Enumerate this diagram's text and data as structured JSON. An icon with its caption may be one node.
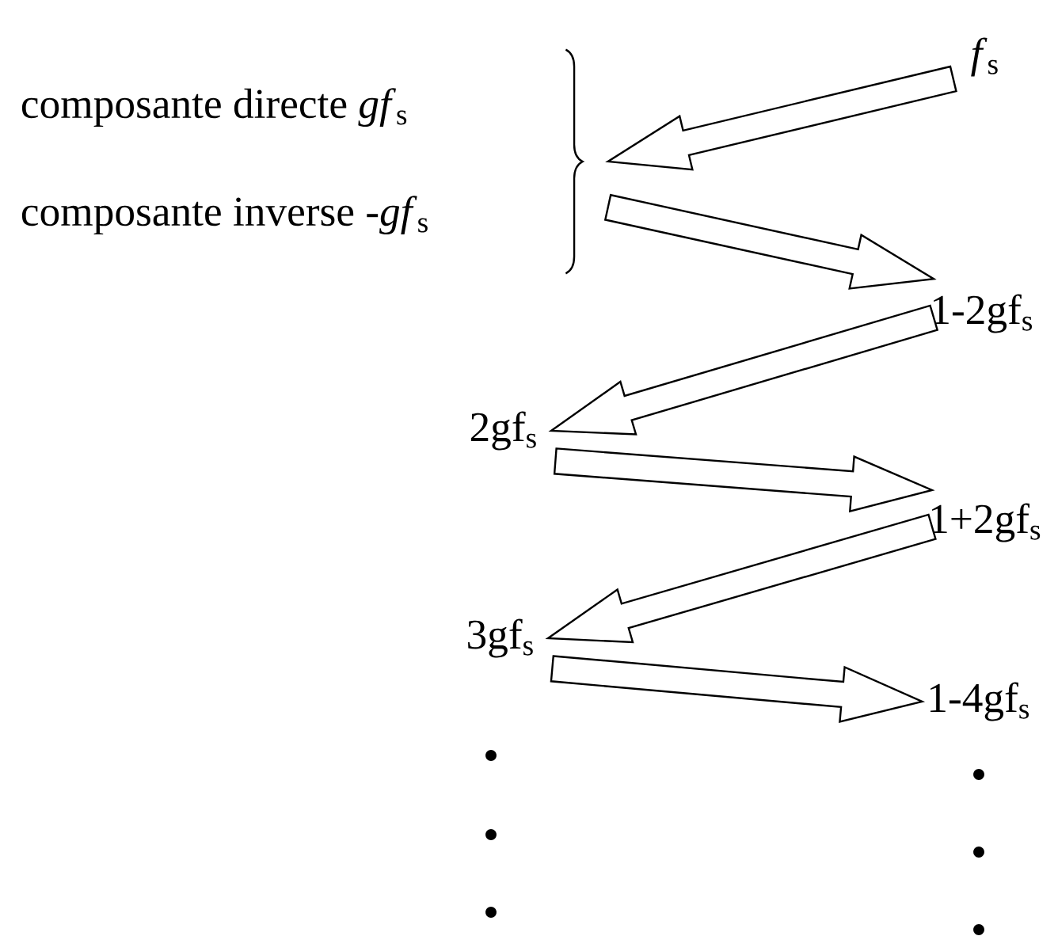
{
  "diagram": {
    "nodes": [
      {
        "text": [
          "*f*$_{s}$"
        ]
      },
      {
        "text": [
          "composante directe *gf*$_{s}$",
          "composante inverse -*gf*$_{s}$"
        ]
      },
      {
        "text": [
          "1-2gf$_{s}$"
        ]
      },
      {
        "text": [
          "2gf$_{s}$"
        ]
      },
      {
        "text": [
          "1+2gf$_{s}$"
        ]
      },
      {
        "text": [
          "3gf$_{s}$"
        ]
      },
      {
        "text": [
          "1-4gf$_{s}$"
        ]
      }
    ],
    "edges": [
      {
        "from": 0,
        "to": 1,
        "arrow": "to"
      },
      {
        "from": 1,
        "to": 2,
        "arrow": "to"
      },
      {
        "from": 2,
        "to": 3,
        "arrow": "to"
      },
      {
        "from": 3,
        "to": 4,
        "arrow": "to"
      },
      {
        "from": 4,
        "to": 5,
        "arrow": "to"
      },
      {
        "from": 5,
        "to": 6,
        "arrow": "to"
      }
    ]
  }
}
